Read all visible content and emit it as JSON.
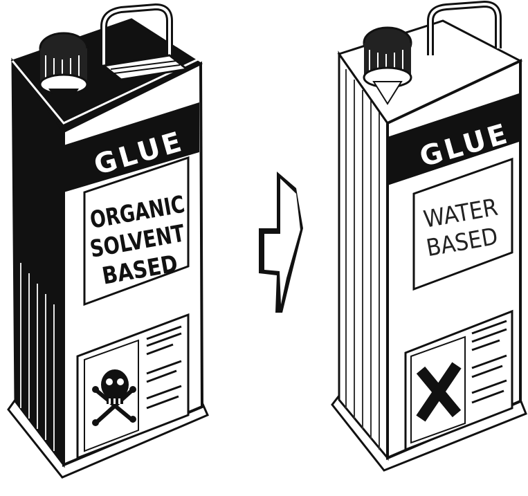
{
  "left_can": {
    "band_label": "GLUE",
    "label_lines": [
      "ORGANIC",
      "SOLVENT",
      "BASED"
    ],
    "hazard_icon": "skull-crossbones-icon"
  },
  "right_can": {
    "band_label": "GLUE",
    "label_lines": [
      "WATER",
      "BASED"
    ],
    "hazard_icon": "x-cross-icon"
  },
  "arrow_icon": "right-arrow-icon",
  "colors": {
    "ink": "#111111",
    "paper": "#ffffff",
    "faint_ink": "#444444"
  }
}
